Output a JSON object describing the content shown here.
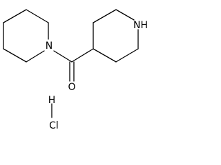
{
  "molecule": {
    "atoms": {
      "piperidine_nitrogen": "N",
      "piperidinyl_nh": "NH",
      "carbonyl_oxygen": "O",
      "hydrogen": "H",
      "chlorine": "Cl"
    }
  },
  "colors": {
    "bond": "#000000",
    "background": "#ffffff"
  }
}
